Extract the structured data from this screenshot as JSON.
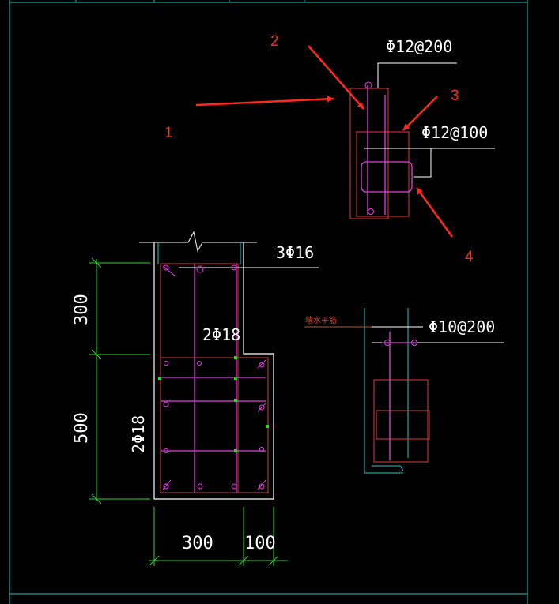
{
  "colors": {
    "background": "#000000",
    "frame": "#27c4c4",
    "dim": "#2fd62f",
    "rebar": "#e03a3a",
    "stirrup": "#e040e0",
    "arrow": "#ff2a1a",
    "text": "#ffffff"
  },
  "callouts": {
    "n1": "1",
    "n2": "2",
    "n3": "3",
    "n4": "4"
  },
  "detail_top": {
    "label_a": "Φ12@200",
    "label_b": "Φ12@100"
  },
  "detail_right": {
    "wall_label": "墙水平筋",
    "bar_label": "Φ10@200"
  },
  "section": {
    "top_bars": "3Φ16",
    "mid_bars": "2Φ18",
    "side_bars": "2Φ18",
    "dim_upper": "300",
    "dim_lower": "500",
    "dim_width": "300",
    "dim_ext": "100"
  }
}
